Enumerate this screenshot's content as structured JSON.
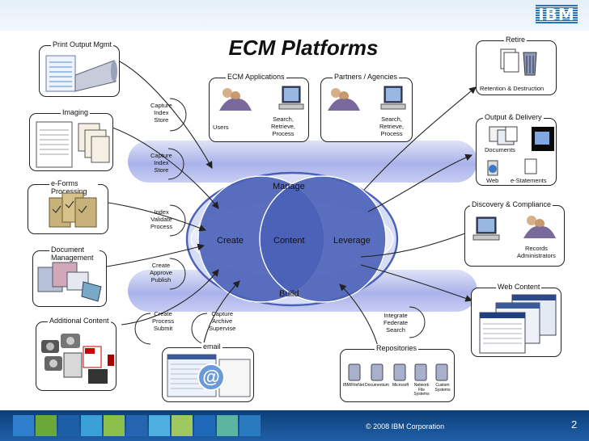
{
  "header": {
    "logo_text": "IBM",
    "title": "ECM Platforms"
  },
  "colors": {
    "band": "#aab3ea",
    "circle": "#4a60b8",
    "ellipse": "#d5dcf5",
    "footer": "#0d3f7a"
  },
  "left_boxes": [
    {
      "label": "Print Output Mgmt"
    },
    {
      "label": "Imaging"
    },
    {
      "label": "e-Forms Processing"
    },
    {
      "label": "Document Management"
    },
    {
      "label": "Additional Content"
    }
  ],
  "capture_labels": [
    "Capture\nIndex\nStore",
    "Capture\nIndex\nStore",
    "Index\nValidate\nProcess",
    "Create\nApprove\nPublish",
    "Create\nProcess\nSubmit",
    "Capture\nArchive\nSupervise",
    "Integrate\nFederate\nSearch"
  ],
  "top_boxes": {
    "ecm_apps": {
      "label": "ECM Applications",
      "users": "Users",
      "search": "Search,\nRetrieve,\nProcess"
    },
    "partners": {
      "label": "Partners / Agencies",
      "search": "Search,\nRetrieve,\nProcess"
    }
  },
  "center": {
    "manage": "Manage",
    "build": "Build",
    "create": "Create",
    "content": "Content",
    "leverage": "Leverage"
  },
  "right_boxes": {
    "retire": {
      "label": "Retire",
      "caption": "Retention & Destruction"
    },
    "output": {
      "label": "Output & Delivery",
      "documents": "Documents",
      "web": "Web",
      "estatements": "e-Statements"
    },
    "discovery": {
      "label": "Discovery & Compliance",
      "caption": "Records\nAdministrators"
    },
    "web_content": {
      "label": "Web Content"
    }
  },
  "bottom_boxes": {
    "email": {
      "label": "email"
    },
    "repositories": {
      "label": "Repositories",
      "items": [
        "IBM/FileNet",
        "Documentum",
        "Microsoft",
        "Network\nFile\nSystems",
        "Custom\nSystems"
      ]
    }
  },
  "footer": {
    "copyright": "© 2008 IBM Corporation",
    "page": "2"
  }
}
